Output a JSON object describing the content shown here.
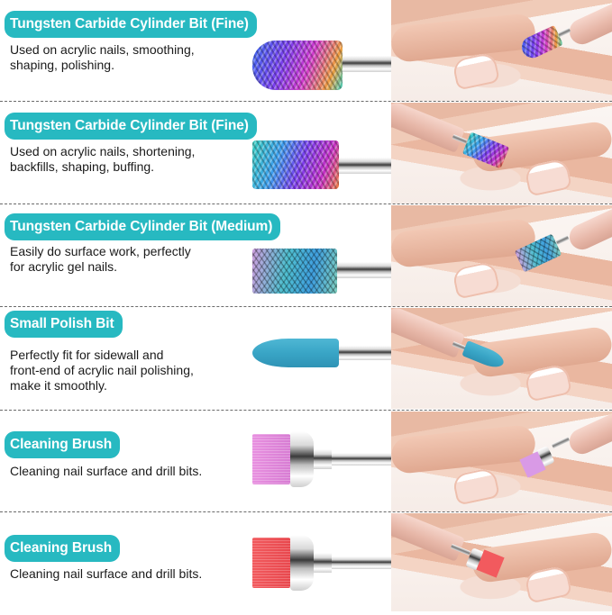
{
  "items": [
    {
      "title": "Tungsten Carbide Cylinder Bit (Fine)",
      "description_lines": [
        "Used on acrylic nails, smoothing,",
        "shaping, polishing."
      ],
      "product_icon": "rainbow-rounded-cylinder-bit-icon",
      "photo": "hand-using-rainbow-rounded-cylinder-bit"
    },
    {
      "title": "Tungsten Carbide Cylinder Bit (Fine)",
      "description_lines": [
        "Used on acrylic nails, shortening,",
        "backfills, shaping, buffing."
      ],
      "product_icon": "rainbow-flat-cylinder-bit-icon",
      "photo": "hand-using-rainbow-flat-cylinder-bit"
    },
    {
      "title": "Tungsten Carbide Cylinder Bit (Medium)",
      "description_lines": [
        "Easily do surface work, perfectly",
        "for acrylic gel nails."
      ],
      "product_icon": "iridescent-medium-cylinder-bit-icon",
      "photo": "hand-using-medium-cylinder-bit"
    },
    {
      "title": "Small Polish Bit",
      "description_lines": [
        "Perfectly fit for sidewall and",
        "front-end of acrylic nail polishing,",
        "make it smoothly."
      ],
      "product_icon": "blue-polish-bit-icon",
      "photo": "hand-using-blue-polish-bit"
    },
    {
      "title": "Cleaning Brush",
      "description_lines": [
        "Cleaning nail surface and drill bits."
      ],
      "product_icon": "pink-cleaning-brush-icon",
      "photo": "hand-using-pink-cleaning-brush"
    },
    {
      "title": "Cleaning Brush",
      "description_lines": [
        "Cleaning nail surface and drill bits."
      ],
      "product_icon": "red-cleaning-brush-icon",
      "photo": "hand-using-red-cleaning-brush"
    }
  ],
  "colors": {
    "badge_bg": "#27b9c1",
    "badge_text": "#ffffff",
    "body_text": "#1a1a1a",
    "separator": "#6a6a6a",
    "pink_brush": "#e48ad8",
    "red_brush": "#f25a5e",
    "polish_bit": "#3fa9c9"
  }
}
